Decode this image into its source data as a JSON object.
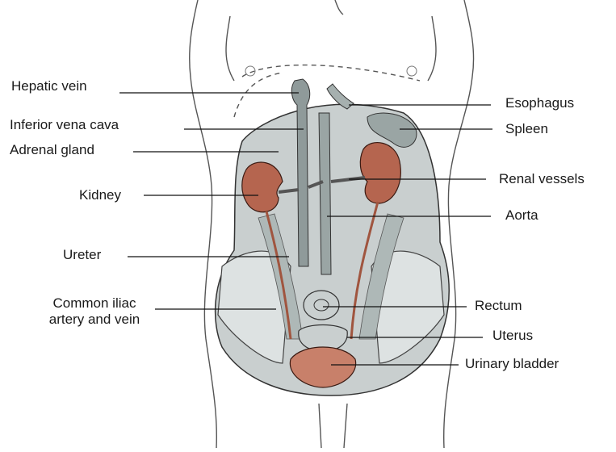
{
  "labels": {
    "hepatic_vein": "Hepatic vein",
    "inferior_vena_cava": "Inferior vena cava",
    "adrenal_gland": "Adrenal gland",
    "kidney": "Kidney",
    "ureter": "Ureter",
    "common_iliac_line1": "Common iliac",
    "common_iliac_line2": "artery and vein",
    "esophagus": "Esophagus",
    "spleen": "Spleen",
    "renal_vessels": "Renal vessels",
    "aorta": "Aorta",
    "rectum": "Rectum",
    "uterus": "Uterus",
    "urinary_bladder": "Urinary bladder"
  },
  "colors": {
    "kidney": "#b5654f",
    "bladder": "#c8806a",
    "tissue": "#c9cfcf",
    "muscle": "#aeb8b7",
    "outline": "#333333"
  }
}
